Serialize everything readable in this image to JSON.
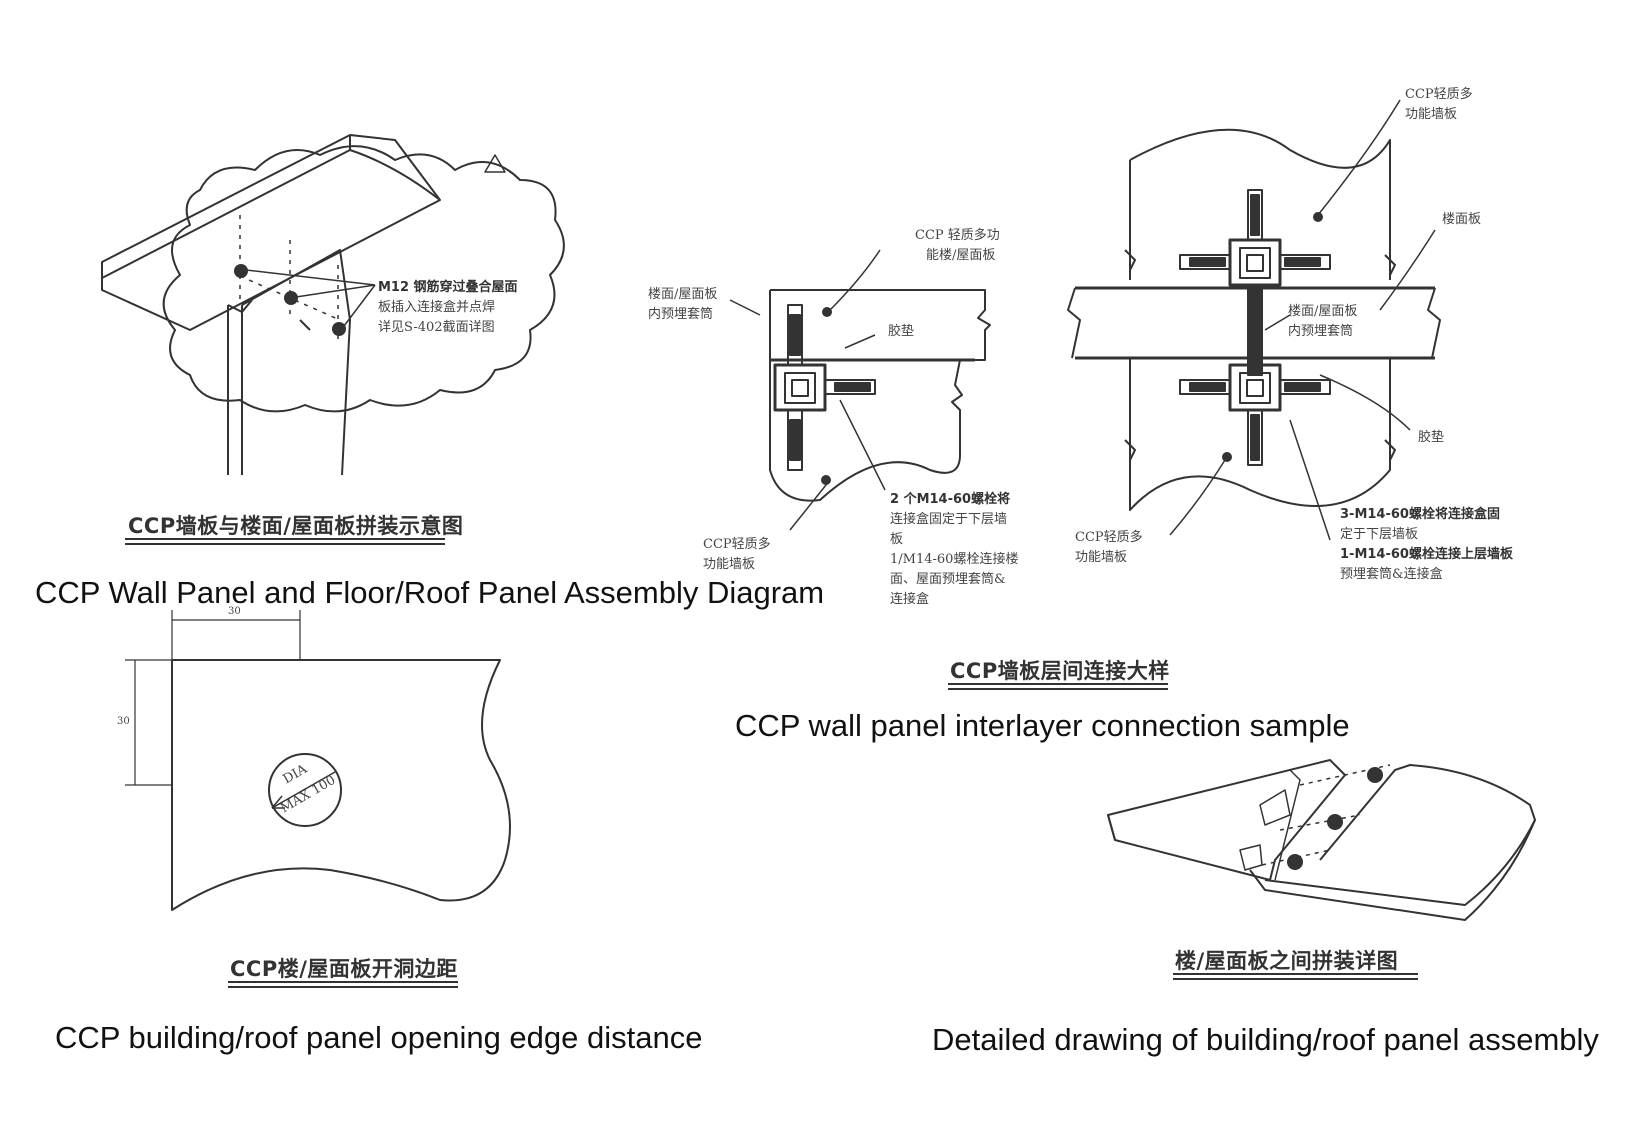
{
  "diagrams": {
    "wall_floor_assembly": {
      "title_cn": "CCP墙板与楼面/屋面板拼装示意图",
      "title_en": "CCP Wall Panel and Floor/Roof Panel Assembly Diagram",
      "note_line1": "M12 钢筋穿过叠合屋面",
      "note_line2": "板插入连接盒并点焊",
      "note_line3": "详见S-402截面详图"
    },
    "interlayer_connection": {
      "title_cn": "CCP墙板层间连接大样",
      "title_en": "CCP wall panel interlayer connection sample",
      "left": {
        "floor_panel_1": "CCP 轻质多功",
        "floor_panel_2": "能楼/屋面板",
        "sleeve_1": "楼面/屋面板",
        "sleeve_2": "内预埋套筒",
        "gasket": "胶垫",
        "wall_panel_1": "CCP轻质多",
        "wall_panel_2": "功能墙板",
        "bolt_1": "2 个M14-60螺栓将",
        "bolt_2": "连接盒固定于下层墙",
        "bolt_3": "板",
        "bolt_4": "1/M14-60螺栓连接楼",
        "bolt_5": "面、屋面预埋套筒&",
        "bolt_6": "连接盒"
      },
      "right": {
        "wall_panel_top_1": "CCP轻质多",
        "wall_panel_top_2": "功能墙板",
        "floor_panel": "楼面板",
        "sleeve_1": "楼面/屋面板",
        "sleeve_2": "内预埋套筒",
        "gasket": "胶垫",
        "wall_panel_bottom_1": "CCP轻质多",
        "wall_panel_bottom_2": "功能墙板",
        "bolt_1": "3-M14-60螺栓将连接盒固",
        "bolt_2": "定于下层墙板",
        "bolt_3": "1-M14-60螺栓连接上层墙板",
        "bolt_4": "预埋套筒&连接盒"
      }
    },
    "opening_edge_distance": {
      "title_cn": "CCP楼/屋面板开洞边距",
      "title_en": "CCP building/roof panel opening edge distance",
      "dim_top": "30",
      "dim_left": "30",
      "hole_label_1": "DIA",
      "hole_label_2": "MAX 100"
    },
    "panel_assembly_detail": {
      "title_cn": "楼/屋面板之间拼装详图",
      "title_en": "Detailed drawing of building/roof panel assembly"
    }
  },
  "colors": {
    "line": "#333333",
    "text": "#111111"
  }
}
